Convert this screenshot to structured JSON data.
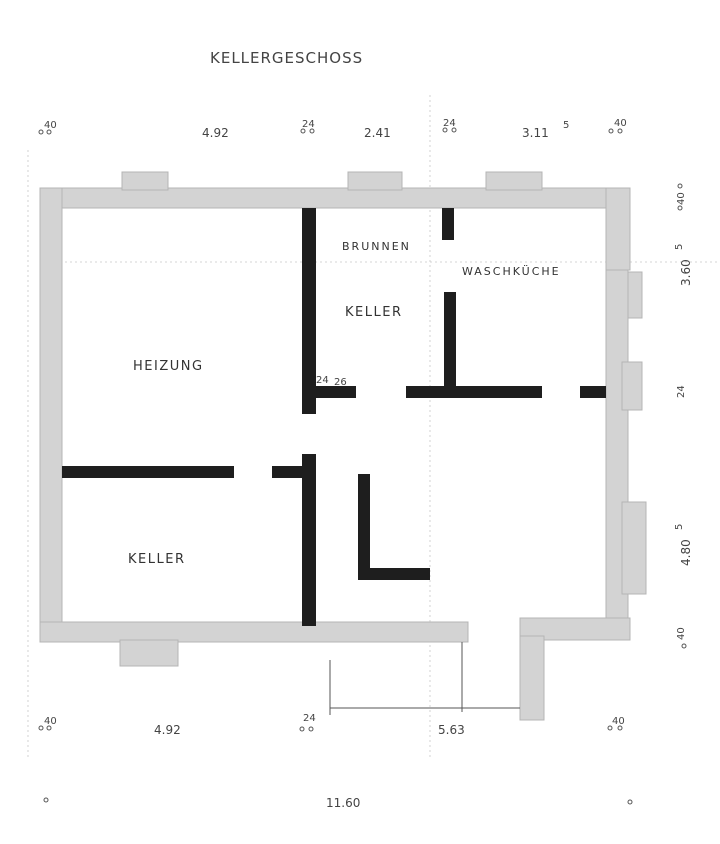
{
  "plan": {
    "title": "KELLERGESCHOSS",
    "rooms": {
      "heizung": "HEIZUNG",
      "keller_left": "KELLER",
      "keller_mid": "KELLER",
      "brunnen": "BRUNNEN",
      "waschkueche": "WASCHKÜCHE"
    },
    "dims_top": {
      "d1": "40",
      "d2": "4.92",
      "d3": "24",
      "d4": "2.41",
      "d5": "24",
      "d6": "3.11",
      "d6_sup": "5",
      "d7": "40"
    },
    "dims_right": {
      "r1": "40",
      "r2": "3.60",
      "r2_sup": "5",
      "r3": "24",
      "r4": "4.80",
      "r4_sup": "5",
      "r5": "40"
    },
    "dims_bottom": {
      "b1": "40",
      "b2": "4.92",
      "b3": "24",
      "b4": "5.63",
      "b5": "40",
      "total": "11.60"
    },
    "inner_dim": "24",
    "inner_dim2": "26"
  }
}
